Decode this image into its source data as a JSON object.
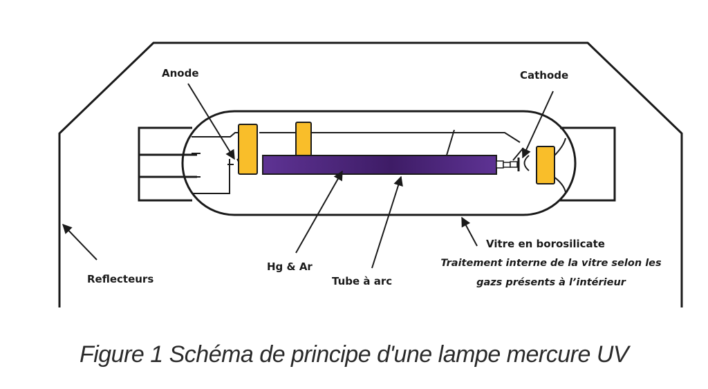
{
  "diagram": {
    "title": "Schéma de principe d'une lampe mercure UV",
    "labels": {
      "anode": "Anode",
      "cathode": "Cathode",
      "reflecteurs": "Reflecteurs",
      "hg_ar": "Hg & Ar",
      "tube_arc": "Tube à arc",
      "vitre": "Vitre en borosilicate",
      "traitement_line1": "Traitement interne de la vitre selon les",
      "traitement_line2": "gazs présents à l’intérieur"
    },
    "colors": {
      "electrode": "#F9BE2A",
      "arc_tube": "#5B2D8E",
      "arc_tube_dark": "#3E1C66",
      "stroke": "#1a1a1a"
    }
  },
  "caption": "Figure 1 Schéma de principe d'une lampe mercure UV"
}
